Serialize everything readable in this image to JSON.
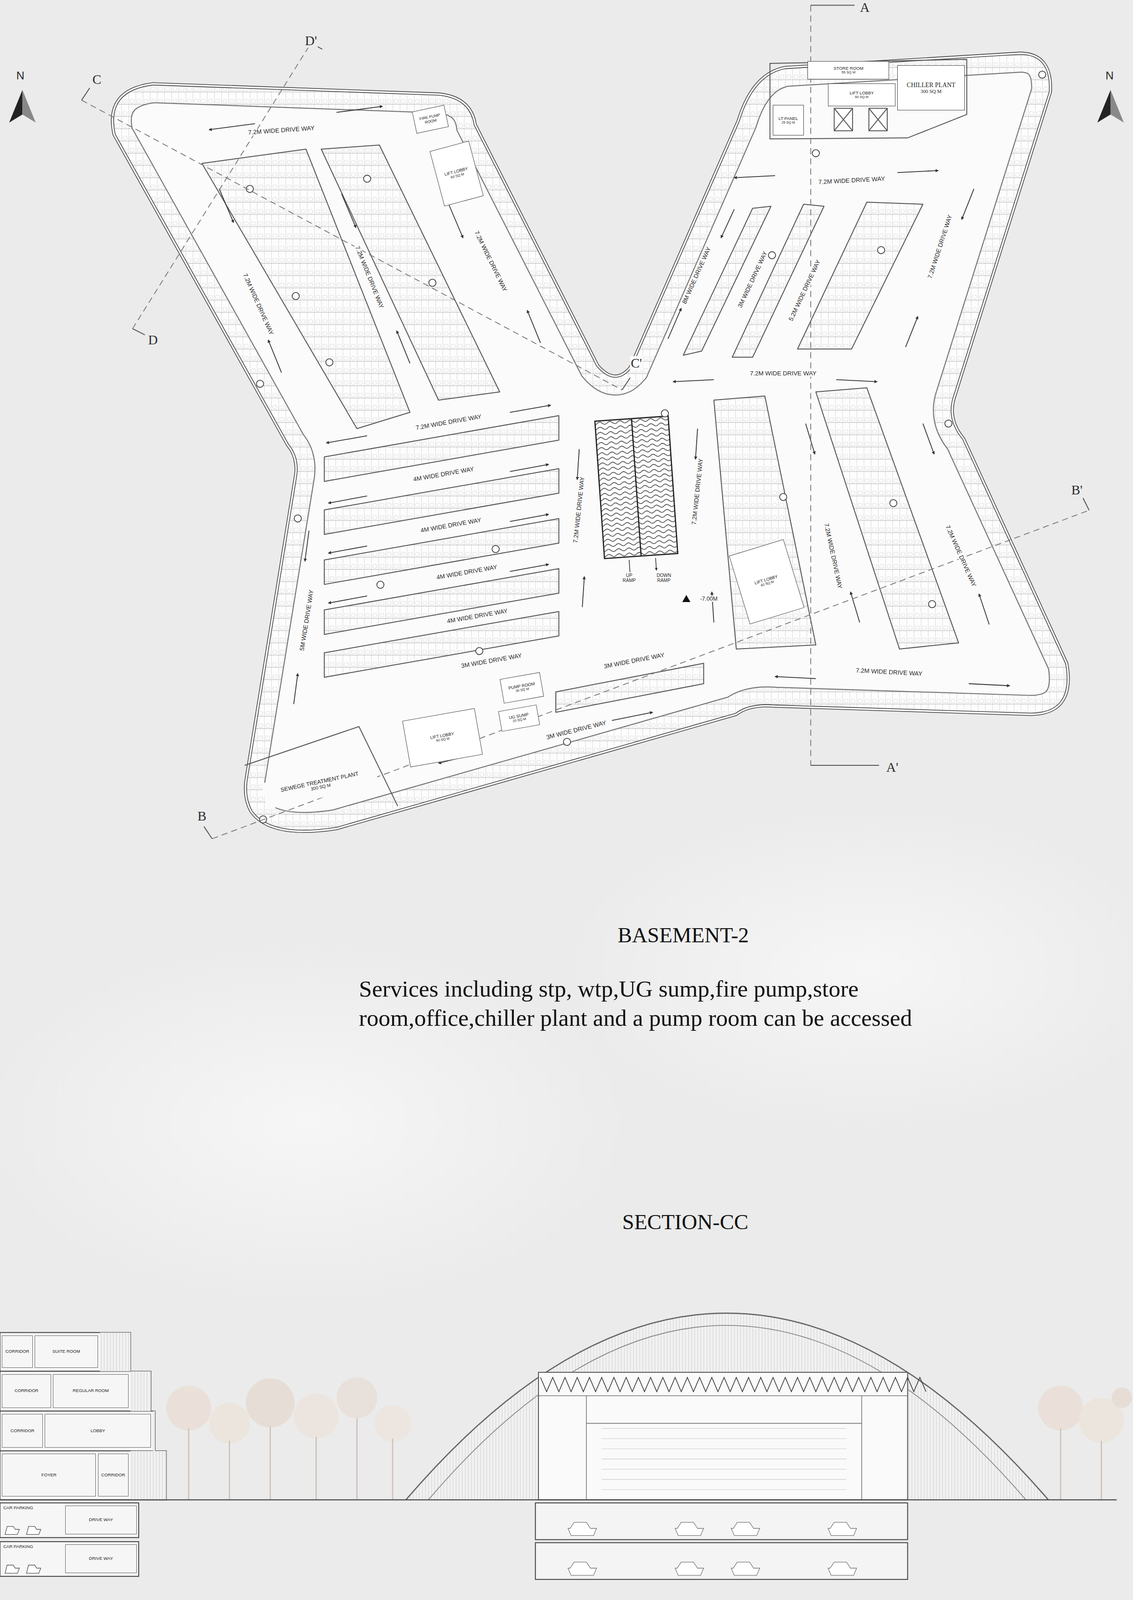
{
  "diagram": {
    "title": "BASEMENT-2",
    "caption": "Services including stp, wtp,UG sump,fire pump,store room,office,chiller plant and a pump room can be accessed",
    "nodes": [
      {
        "text": [
          "STORE ROOM",
          "55 SQ M"
        ]
      },
      {
        "text": [
          "LIFT LOBBY",
          "60 SQ M"
        ]
      },
      {
        "text": [
          "CHILLER PLANT",
          "300 SQ M"
        ]
      },
      {
        "text": [
          "LT PANEL",
          "25 SQ M"
        ]
      },
      {
        "text": [
          "FIRE PUMP ROOM"
        ]
      },
      {
        "text": [
          "LIFT LOBBY",
          "60 SQ M"
        ]
      },
      {
        "text": [
          "LIFT LOBBY",
          "60 SQ M"
        ]
      },
      {
        "text": [
          "PUMP ROOM",
          "30 SQ M"
        ]
      },
      {
        "text": [
          "LIFT LOBBY",
          "60 SQ M"
        ]
      },
      {
        "text": [
          "UG SUMP",
          "20 SQ M"
        ]
      },
      {
        "text": [
          "SEWEGE TREATMENT PLANT",
          "300 SQ M"
        ]
      },
      {
        "text": [
          "CORRIDOR"
        ]
      },
      {
        "text": [
          "SUITE ROOM"
        ]
      },
      {
        "text": [
          "CORRIDOR"
        ]
      },
      {
        "text": [
          "REGULAR ROOM"
        ]
      },
      {
        "text": [
          "CORRIDOR"
        ]
      },
      {
        "text": [
          "LOBBY"
        ]
      },
      {
        "text": [
          "FOYER"
        ]
      },
      {
        "text": [
          "CORRIDOR"
        ]
      },
      {
        "text": [
          "CAR PARKING"
        ]
      },
      {
        "text": [
          "DRIVE WAY"
        ]
      },
      {
        "text": [
          "CAR PARKING"
        ]
      },
      {
        "text": [
          "DRIVE WAY"
        ]
      }
    ],
    "labels": [
      "N",
      "N",
      "A",
      "A'",
      "B",
      "B'",
      "C",
      "C'",
      "D",
      "D'",
      "7.2M WIDE DRIVE WAY",
      "7.2M WIDE DRIVE WAY",
      "7.2M WIDE DRIVE WAY",
      "7.2M WIDE DRIVE WAY",
      "7.2M WIDE DRIVE WAY",
      "8M WIDE DRIVE WAY",
      "3M WIDE DRIVE WAY",
      "5.2M WIDE DRIVE WAY",
      "7.2M WIDE DRIVE WAY",
      "7.2M WIDE DRIVE WAY",
      "7.2M WIDE DRIVE WAY",
      "4M WIDE DRIVE WAY",
      "4M WIDE DRIVE WAY",
      "4M WIDE DRIVE WAY",
      "4M WIDE DRIVE WAY",
      "3M WIDE DRIVE WAY",
      "3M WIDE DRIVE WAY",
      "3M WIDE DRIVE WAY",
      "7.2M WIDE DRIVE WAY",
      "7.2M WIDE DRIVE WAY",
      "5M WIDE DRIVE WAY",
      "7.2M WIDE DRIVE WAY",
      "7.2M WIDE DRIVE WAY",
      "7.2M WIDE DRIVE WAY",
      "UP RAMP",
      "DOWN RAMP",
      "-7.00M",
      "SECTION-CC"
    ]
  }
}
